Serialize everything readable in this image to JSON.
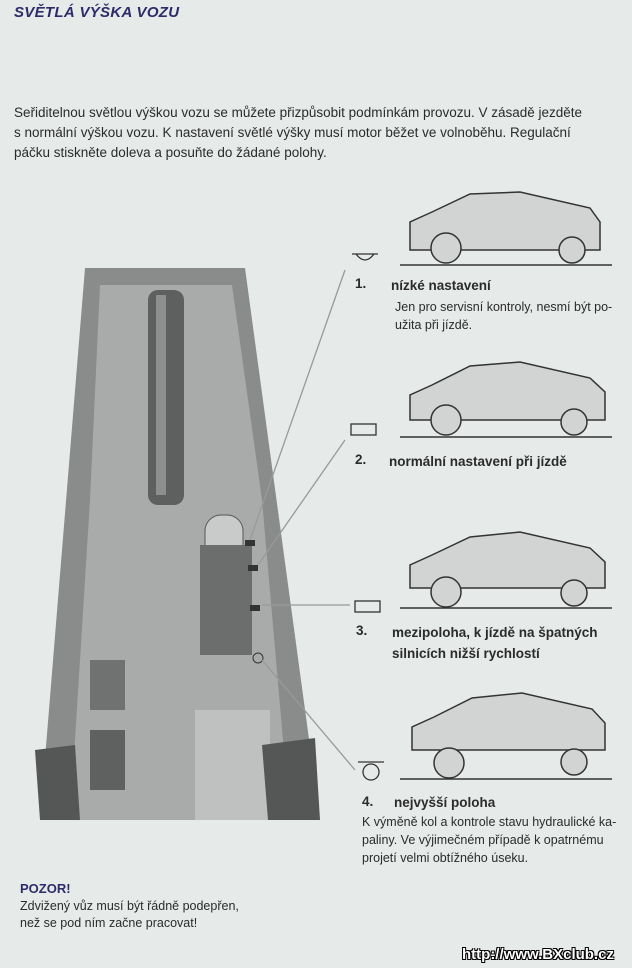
{
  "title": "SVĚTLÁ VÝŠKA VOZU",
  "intro": [
    "Seřiditelnou světlou výškou vozu se můžete přizpůsobit podmínkám provozu. V zásadě jezděte",
    "s normální výškou vozu. K nastavení světlé výšky musí motor běžet ve volnoběhu. Regulační",
    "páčku stiskněte doleva a posuňte do žádané polohy."
  ],
  "positions": [
    {
      "number": "1.",
      "heading": [
        "nízké nastavení"
      ],
      "description": [
        "Jen pro servisní kontroly, nesmí být po-",
        "užita při jízdě."
      ]
    },
    {
      "number": "2.",
      "heading": [
        "normální nastavení při jízdě"
      ],
      "description": []
    },
    {
      "number": "3.",
      "heading": [
        "mezipoloha, k jízdě na špatných",
        "silnicích nižší rychlostí"
      ],
      "description": []
    },
    {
      "number": "4.",
      "heading": [
        "nejvyšší poloha"
      ],
      "description": [
        "K výměně kol a kontrole stavu hydraulické ka-",
        "paliny. Ve výjimečném případě k opatrnému",
        "projetí velmi obtížného úseku."
      ]
    }
  ],
  "warning": {
    "heading": "POZOR!",
    "lines": [
      "Zdvižený vůz musí být řádně podepřen,",
      "než se pod ním začne pracovat!"
    ]
  },
  "watermark": "http://www.BXclub.cz"
}
